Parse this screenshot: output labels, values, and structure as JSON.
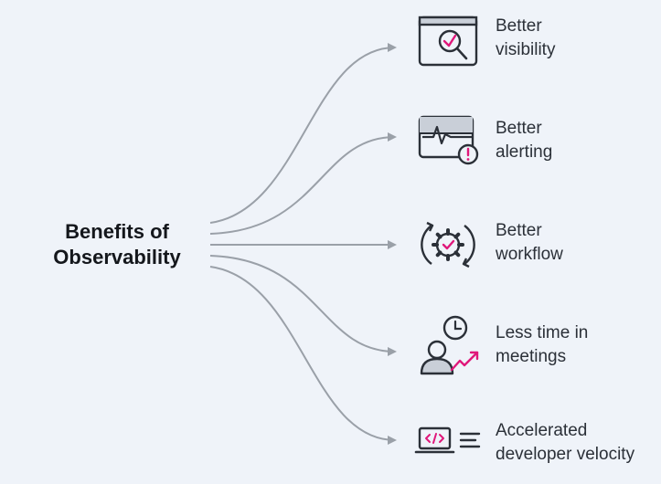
{
  "title": {
    "line1": "Benefits of",
    "line2": "Observability"
  },
  "benefits": [
    {
      "line1": "Better",
      "line2": "visibility",
      "icon": "dashboard-magnifier-check-icon"
    },
    {
      "line1": "Better",
      "line2": "alerting",
      "icon": "monitor-pulse-alert-icon"
    },
    {
      "line1": "Better",
      "line2": "workflow",
      "icon": "gear-cycle-check-icon"
    },
    {
      "line1": "Less time in",
      "line2": "meetings",
      "icon": "person-clock-trend-icon"
    },
    {
      "line1": "Accelerated",
      "line2": "developer velocity",
      "icon": "laptop-code-icon"
    }
  ],
  "colors": {
    "background": "#eff3f9",
    "text": "#14171c",
    "icon_stroke": "#2b3038",
    "accent": "#e0177a",
    "connector": "#9aa0a8"
  }
}
